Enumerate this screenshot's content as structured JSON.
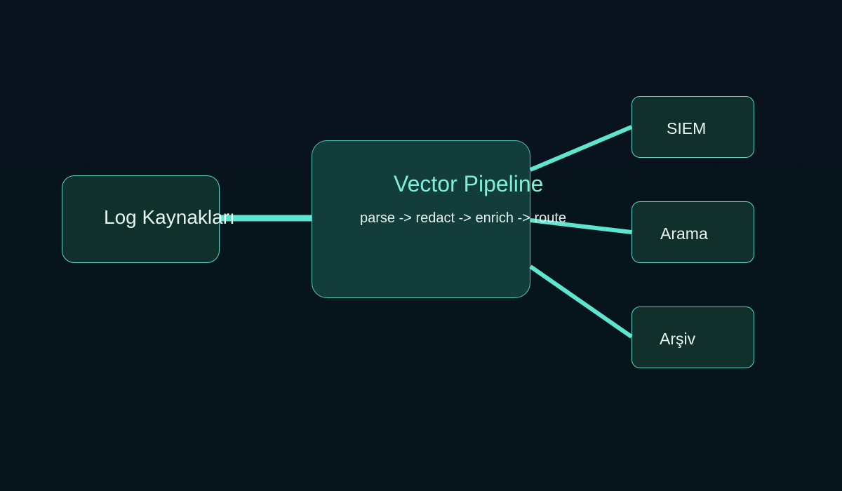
{
  "diagram": {
    "accent_color": "#5ee5d0",
    "source": {
      "label": "Log Kaynakları"
    },
    "pipeline": {
      "title": "Vector Pipeline",
      "subtitle": "parse -> redact -> enrich -> route"
    },
    "destinations": [
      {
        "label": "SIEM"
      },
      {
        "label": "Arama"
      },
      {
        "label": "Arşiv"
      }
    ],
    "edges": [
      {
        "from": "Log Kaynakları",
        "to": "Vector Pipeline"
      },
      {
        "from": "Vector Pipeline",
        "to": "SIEM"
      },
      {
        "from": "Vector Pipeline",
        "to": "Arama"
      },
      {
        "from": "Vector Pipeline",
        "to": "Arşiv"
      }
    ]
  }
}
